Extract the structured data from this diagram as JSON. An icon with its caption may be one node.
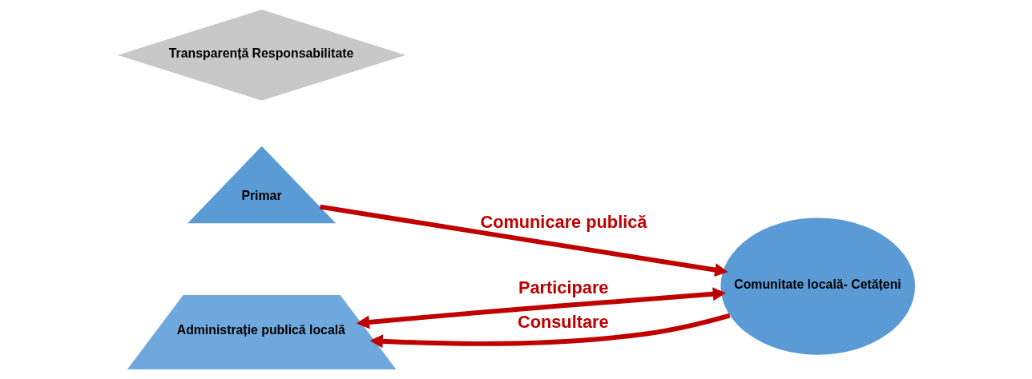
{
  "diagram": {
    "nodes": [
      {
        "text": [
          "Transparență Responsabilitate"
        ]
      },
      {
        "text": [
          "Primar"
        ]
      },
      {
        "text": [
          "Administrație publică locală"
        ]
      },
      {
        "text": [
          "Comunitate locală- Cetățeni"
        ]
      }
    ],
    "edges": [
      {
        "from": 1,
        "to": 3,
        "arrow": "to",
        "label": "Comunicare publică"
      },
      {
        "from": 3,
        "to": 2,
        "arrow": "to",
        "label": "Consultare"
      },
      {
        "from": 2,
        "to": 3,
        "arrow": "both",
        "label": "Participare"
      }
    ]
  }
}
